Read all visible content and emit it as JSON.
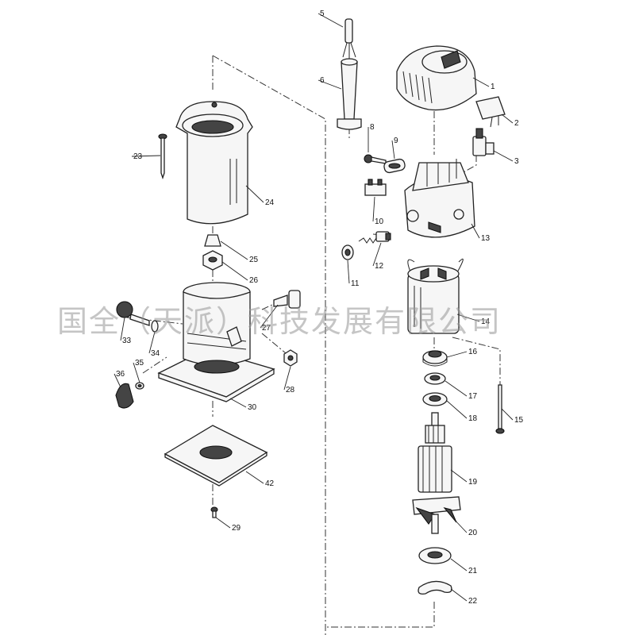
{
  "watermark": "国全（天派）科技发展有限公司",
  "parts": [
    {
      "id": "p1",
      "label": "1",
      "name": "motor-housing-cover"
    },
    {
      "id": "p2",
      "label": "2",
      "name": "switch-cover"
    },
    {
      "id": "p3",
      "label": "3",
      "name": "switch"
    },
    {
      "id": "p5",
      "label": "5",
      "name": "cord"
    },
    {
      "id": "p6",
      "label": "6",
      "name": "strain-relief"
    },
    {
      "id": "p8",
      "label": "8",
      "name": "screw"
    },
    {
      "id": "p9",
      "label": "9",
      "name": "cord-clamp"
    },
    {
      "id": "p10",
      "label": "10",
      "name": "terminal"
    },
    {
      "id": "p11",
      "label": "11",
      "name": "brush-cap"
    },
    {
      "id": "p12",
      "label": "12",
      "name": "brush-holder"
    },
    {
      "id": "p13",
      "label": "13",
      "name": "motor-housing"
    },
    {
      "id": "p14",
      "label": "14",
      "name": "field"
    },
    {
      "id": "p15",
      "label": "15",
      "name": "long-screw"
    },
    {
      "id": "p16",
      "label": "16",
      "name": "rubber-ring"
    },
    {
      "id": "p17",
      "label": "17",
      "name": "washer"
    },
    {
      "id": "p18",
      "label": "18",
      "name": "ball-bearing-upper"
    },
    {
      "id": "p19",
      "label": "19",
      "name": "armature"
    },
    {
      "id": "p20",
      "label": "20",
      "name": "fan"
    },
    {
      "id": "p21",
      "label": "21",
      "name": "ball-bearing-lower"
    },
    {
      "id": "p22",
      "label": "22",
      "name": "bearing-retainer"
    },
    {
      "id": "p23",
      "label": "23",
      "name": "screw-23"
    },
    {
      "id": "p24",
      "label": "24",
      "name": "motor-sleeve"
    },
    {
      "id": "p25",
      "label": "25",
      "name": "collet-cone"
    },
    {
      "id": "p26",
      "label": "26",
      "name": "collet-nut"
    },
    {
      "id": "p27",
      "label": "27",
      "name": "adjusting-bolt"
    },
    {
      "id": "p28",
      "label": "28",
      "name": "hex-nut"
    },
    {
      "id": "p29",
      "label": "29",
      "name": "pan-head-screw"
    },
    {
      "id": "p30",
      "label": "30",
      "name": "base"
    },
    {
      "id": "p33",
      "label": "33",
      "name": "clamp-screw"
    },
    {
      "id": "p34",
      "label": "34",
      "name": "flat-washer"
    },
    {
      "id": "p35",
      "label": "35",
      "name": "washer-35"
    },
    {
      "id": "p36",
      "label": "36",
      "name": "knob"
    },
    {
      "id": "p42",
      "label": "42",
      "name": "base-plate"
    }
  ]
}
